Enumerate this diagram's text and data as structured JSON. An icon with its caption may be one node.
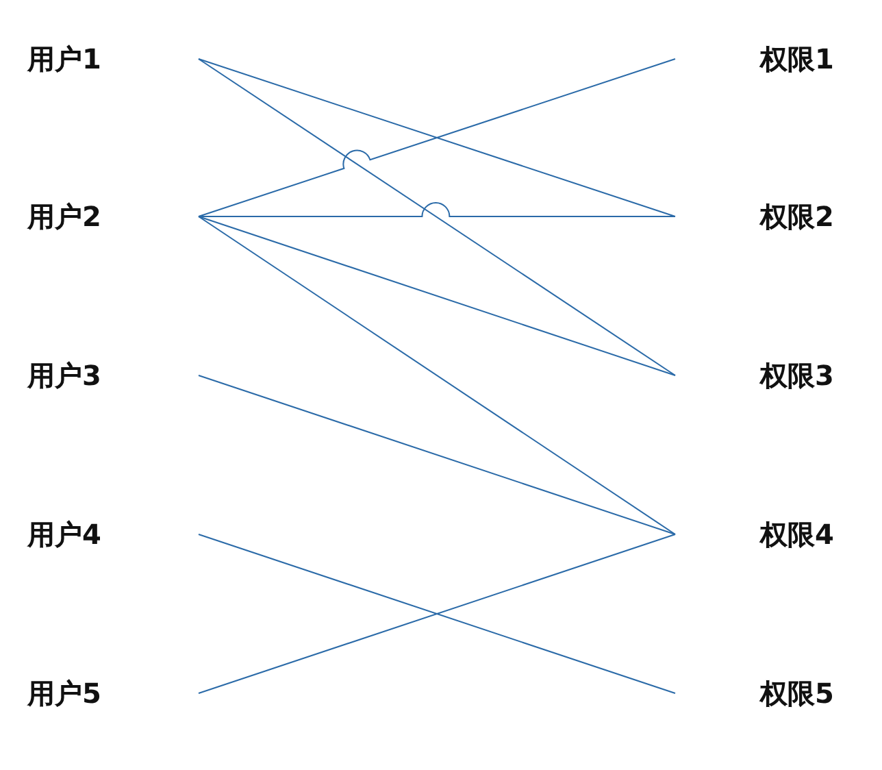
{
  "diagram": {
    "nodes": [
      {
        "text": [
          "用户1"
        ]
      },
      {
        "text": [
          "权限1"
        ]
      },
      {
        "text": [
          "用户2"
        ]
      },
      {
        "text": [
          "权限2"
        ]
      },
      {
        "text": [
          "用户3"
        ]
      },
      {
        "text": [
          "权限3"
        ]
      },
      {
        "text": [
          "用户4"
        ]
      },
      {
        "text": [
          "权限4"
        ]
      },
      {
        "text": [
          "用户5"
        ]
      },
      {
        "text": [
          "权限5"
        ]
      }
    ],
    "edges": [
      {
        "from": 0,
        "to": 3,
        "arrow": "none"
      },
      {
        "from": 0,
        "to": 5,
        "arrow": "none"
      },
      {
        "from": 2,
        "to": 1,
        "arrow": "none"
      },
      {
        "from": 2,
        "to": 3,
        "arrow": "none"
      },
      {
        "from": 2,
        "to": 5,
        "arrow": "none"
      },
      {
        "from": 2,
        "to": 7,
        "arrow": "none"
      },
      {
        "from": 4,
        "to": 7,
        "arrow": "none"
      },
      {
        "from": 6,
        "to": 9,
        "arrow": "none"
      },
      {
        "from": 8,
        "to": 7,
        "arrow": "none"
      }
    ]
  }
}
